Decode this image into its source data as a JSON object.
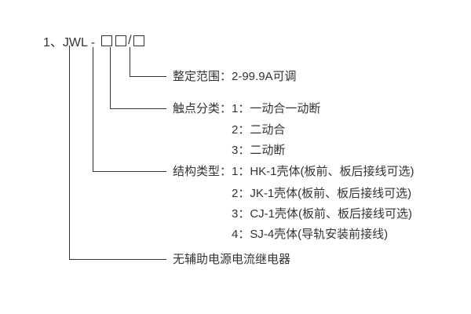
{
  "model": {
    "prefix": "1、JWL -",
    "slash": "/"
  },
  "branches": {
    "setting_range": {
      "label": "整定范围：2-99.9A可调"
    },
    "contact_type": {
      "label": "触点分类：1：一动合一动断",
      "items": [
        "2：二动合",
        "3：二动断"
      ]
    },
    "structure_type": {
      "label": "结构类型：1：HK-1壳体(板前、板后接线可选)",
      "items": [
        "2：JK-1壳体(板前、板后接线可选)",
        "3：CJ-1壳体(板前、板后接线可选)",
        "4：SJ-4壳体(导轨安装前接线)"
      ]
    },
    "product_name": {
      "label": "无辅助电源电流继电器"
    }
  }
}
